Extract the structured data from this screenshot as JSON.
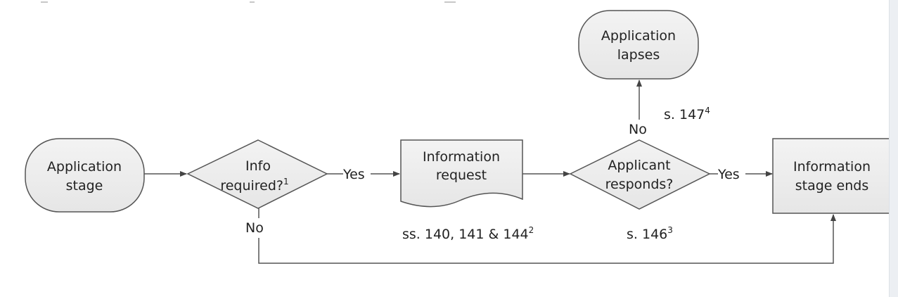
{
  "nodes": {
    "application_stage": [
      "Application",
      "stage"
    ],
    "info_required": [
      "Info",
      "required?"
    ],
    "info_required_note": "1",
    "information_request": [
      "Information",
      "request"
    ],
    "applicant_responds": [
      "Applicant",
      "responds?"
    ],
    "application_lapses": [
      "Application",
      "lapses"
    ],
    "information_stage_ends": [
      "Information",
      "stage ends"
    ]
  },
  "edges": {
    "yes_1": "Yes",
    "yes_2": "Yes",
    "no_1": "No",
    "no_2": "No"
  },
  "references": {
    "request_ref": "ss. 140, 141 & 144",
    "request_ref_note": "2",
    "responds_ref": "s. 146",
    "responds_ref_note": "3",
    "lapses_ref": "s. 147",
    "lapses_ref_note": "4"
  }
}
